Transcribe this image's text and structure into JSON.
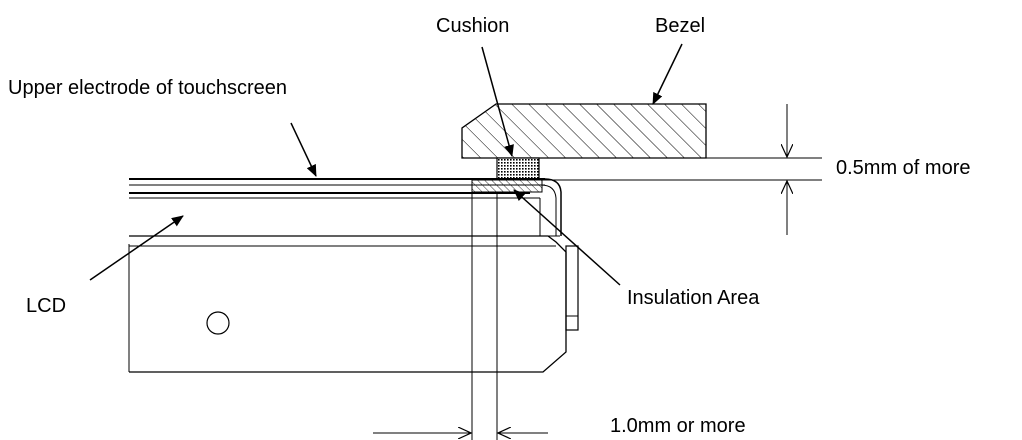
{
  "labels": {
    "cushion": "Cushion",
    "bezel": "Bezel",
    "upper_electrode": "Upper electrode of touchscreen",
    "gap_dimension": "0.5mm of more",
    "lcd": "LCD",
    "insulation_area": "Insulation Area",
    "overlap_dimension": "1.0mm or more"
  },
  "colors": {
    "line": "#000000",
    "background": "#ffffff"
  }
}
